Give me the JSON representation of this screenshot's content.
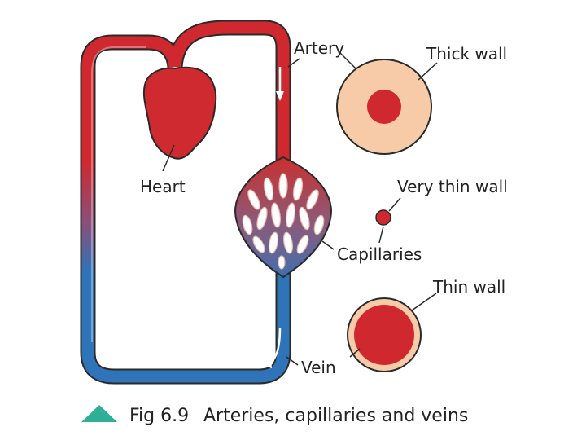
{
  "labels": {
    "artery": "Artery",
    "heart": "Heart",
    "capillaries": "Capillaries",
    "vein": "Vein",
    "thick_wall": "Thick wall",
    "very_thin_wall": "Very thin wall",
    "thin_wall": "Thin wall"
  },
  "caption": {
    "figure_number": "Fig 6.9",
    "text": "Arteries, capillaries and veins"
  },
  "colors": {
    "oxygenated": "#d0282f",
    "deoxygenated": "#2f73b8",
    "vessel_wall": "#f7cba7",
    "outline": "#2a2a2a",
    "capillary": "#c98a7e",
    "caption_marker": "#2fae98"
  }
}
